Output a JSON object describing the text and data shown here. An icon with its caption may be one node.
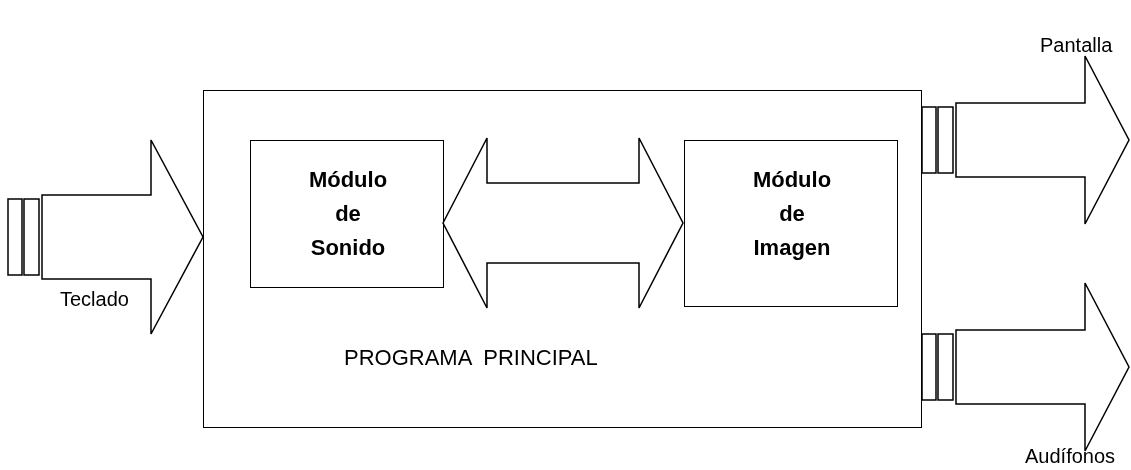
{
  "diagram": {
    "nodes": [
      {
        "text": [
          "PROGRAMA PRINCIPAL"
        ]
      },
      {
        "text": [
          "Módulo de Sonido"
        ],
        "in": 0
      },
      {
        "text": [
          "Módulo de Imagen"
        ],
        "in": 0
      }
    ],
    "edges": [
      {
        "from": null,
        "to": 0,
        "arrow": "to",
        "label": "Teclado"
      },
      {
        "from": 1,
        "to": 2,
        "arrow": "both"
      },
      {
        "from": 0,
        "to": null,
        "arrow": "to",
        "label": "Pantalla"
      },
      {
        "from": 0,
        "to": null,
        "arrow": "to",
        "label": "Audífonos"
      }
    ]
  }
}
